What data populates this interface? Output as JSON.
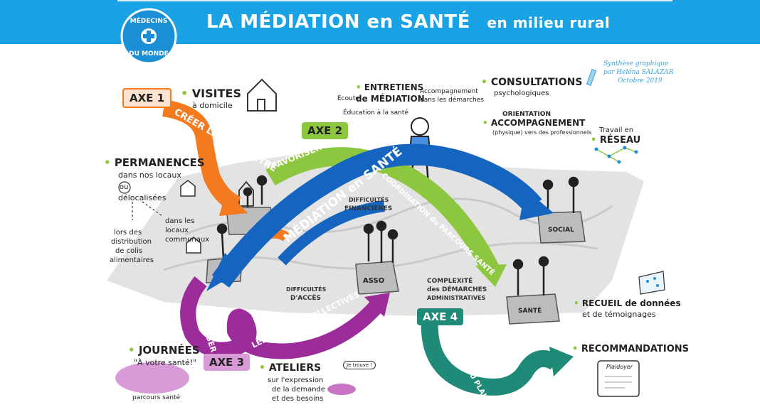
{
  "header": {
    "title_main": "LA MÉDIATION en SANTÉ",
    "title_sub": "en milieu rural",
    "logo_text_top": "MÉDECINS",
    "logo_text_bottom": "DU MONDE"
  },
  "credit": {
    "line1": "Synthèse graphique",
    "line2": "par Heléna SALAZAR",
    "line3": "Octobre 2019"
  },
  "axes": {
    "axe1": "AXE 1",
    "axe2": "AXE 2",
    "axe3": "AXE 3",
    "axe4": "AXE 4"
  },
  "arrows": {
    "orange": "CRÉER LA RENCONTRE",
    "green1": "FAVORISER LA",
    "green2": "COORDINATION du PARCOURS SANTÉ",
    "blue": "MÉDIATION en SANTÉ",
    "purple1": "FAVORISER",
    "purple2": "LES ACTIONS COLLECTIVES",
    "teal": "PARTICIPER AU PLAIDOYER"
  },
  "axe1_items": {
    "visites": "VISITES",
    "visites_sub": "à domicile",
    "permanences": "PERMANENCES",
    "perm_line1": "dans nos locaux",
    "perm_ou": "ou",
    "perm_line2": "délocalisées",
    "perm_branch1_l1": "lors des",
    "perm_branch1_l2": "distribution",
    "perm_branch1_l3": "de colis",
    "perm_branch1_l4": "alimentaires",
    "perm_branch2_l1": "dans les",
    "perm_branch2_l2": "locaux",
    "perm_branch2_l3": "communaux"
  },
  "axe2_items": {
    "entretiens_l1": "ENTRETIENS",
    "entretiens_l2": "de MÉDIATION",
    "ecoute": "Écoute",
    "accompagnement_l1": "Accompagnement",
    "accompagnement_l2": "dans les démarches",
    "education": "Éducation à la santé",
    "consultations": "CONSULTATIONS",
    "consultations_sub": "psychologiques",
    "orientation_l1": "ORIENTATION",
    "orientation_l2": "ACCOMPAGNEMENT",
    "orientation_l3": "(physique) vers des professionnels",
    "travail_l1": "Travail en",
    "travail_l2": "RÉSEAU"
  },
  "map_labels": {
    "difficultes_financieres_l1": "DIFFICULTÉS",
    "difficultes_financieres_l2": "FINANCIÈRES",
    "difficultes_acces_l1": "DIFFICULTÉS",
    "difficultes_acces_l2": "D'ACCÈS",
    "complexite_l1": "COMPLEXITÉ",
    "complexite_l2": "des DÉMARCHES",
    "complexite_l3": "ADMINISTRATIVES",
    "asso": "ASSO",
    "social": "SOCIAL",
    "sante": "SANTÉ"
  },
  "axe3_items": {
    "journees_l1": "JOURNÉES",
    "journees_l2": "\"À votre santé!\"",
    "parcours": "parcours santé",
    "ateliers": "ATELIERS",
    "ateliers_l1": "sur l'expression",
    "ateliers_l2": "de la demande",
    "ateliers_l3": "et des besoins",
    "bubble": "Je trouve !"
  },
  "axe4_items": {
    "recueil_l1": "RECUEIL de données",
    "recueil_l2": "et de témoignages",
    "recommandations": "RECOMMANDATIONS",
    "scroll": "Plaidoyer"
  },
  "colors": {
    "header": "#1aa3e4",
    "orange": "#f47a20",
    "green": "#8dc63f",
    "blue": "#1565c0",
    "purple": "#9b2c9a",
    "teal": "#1f8a78",
    "ground": "#e3e3e3"
  }
}
